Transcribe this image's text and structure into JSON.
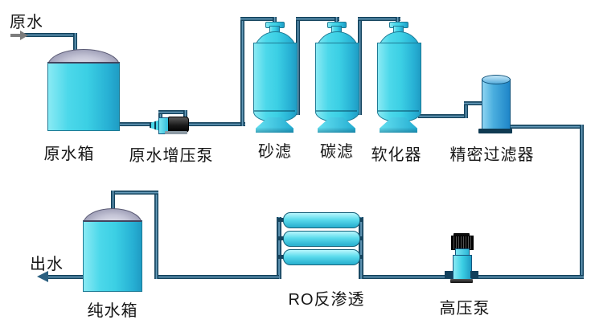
{
  "labels": {
    "source": "原水",
    "raw_tank": "原水箱",
    "booster_pump": "原水增压泵",
    "sand_filter": "砂滤",
    "carbon_filter": "碳滤",
    "softener": "软化器",
    "precision_filter": "精密过滤器",
    "high_pressure_pump": "高压泵",
    "ro_unit": "RO反渗透",
    "pure_tank": "纯水箱",
    "outlet": "出水"
  },
  "flow_sequence": [
    "原水",
    "原水箱",
    "原水增压泵",
    "砂滤",
    "碳滤",
    "软化器",
    "精密过滤器",
    "高压泵",
    "RO反渗透",
    "纯水箱",
    "出水"
  ],
  "colors": {
    "background": "#ffffff",
    "pipe_edge": "#16455f",
    "pipe_core": "#5b94b4",
    "vessel_fill_light": "#8aeaf4",
    "vessel_fill": "#3bcfe4",
    "vessel_fill_dark": "#1f9cc4",
    "vessel_outline": "#1d7a94",
    "tank_dome_light": "#e9e9f1",
    "tank_dome_dark": "#8a8aa6",
    "precision_filter_blue": "#1e85c8",
    "motor_black": "#141414",
    "inlet_arrow_gray": "#7c7c7c",
    "label_text": "#161616"
  }
}
